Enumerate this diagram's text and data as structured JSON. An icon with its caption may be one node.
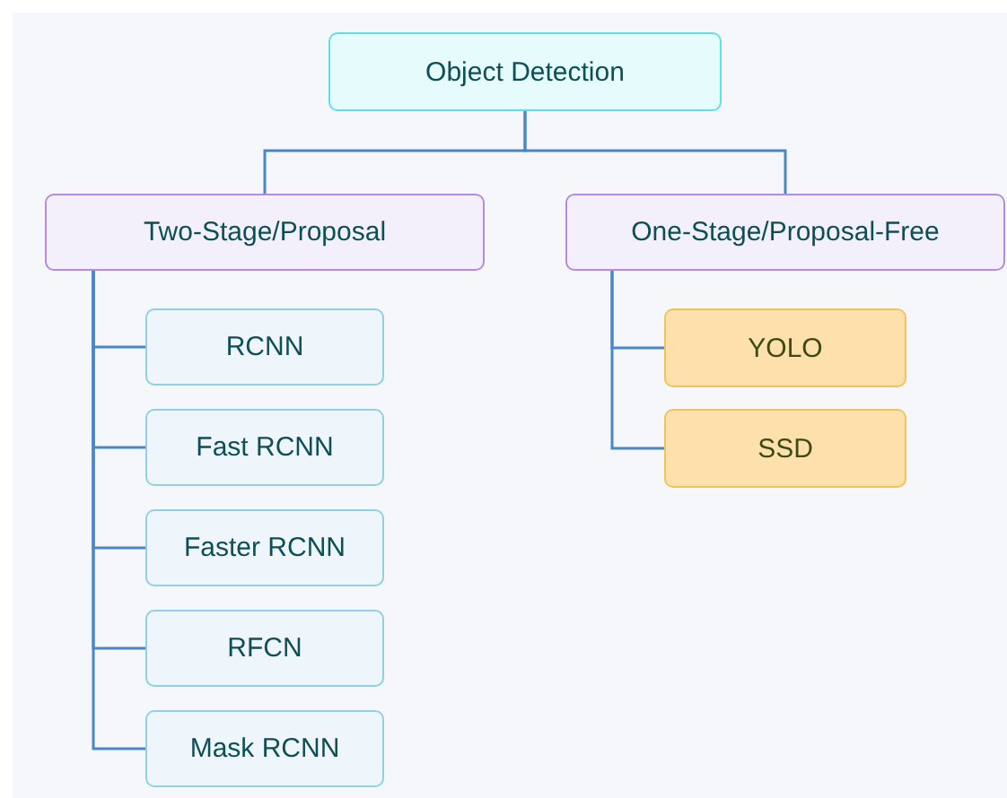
{
  "diagram": {
    "nodes": [
      {
        "text": [
          "Object Detection"
        ]
      },
      {
        "text": [
          "Two-Stage/Proposal"
        ]
      },
      {
        "text": [
          "One-Stage/Proposal-Free"
        ]
      },
      {
        "text": [
          "RCNN"
        ]
      },
      {
        "text": [
          "Fast RCNN"
        ]
      },
      {
        "text": [
          "Faster RCNN"
        ]
      },
      {
        "text": [
          "RFCN"
        ]
      },
      {
        "text": [
          "Mask RCNN"
        ]
      },
      {
        "text": [
          "YOLO"
        ]
      },
      {
        "text": [
          "SSD"
        ]
      }
    ],
    "edges": [
      {
        "from": 0,
        "to": 1,
        "arrow": "none"
      },
      {
        "from": 0,
        "to": 2,
        "arrow": "none"
      },
      {
        "from": 1,
        "to": 3,
        "arrow": "none"
      },
      {
        "from": 1,
        "to": 4,
        "arrow": "none"
      },
      {
        "from": 1,
        "to": 5,
        "arrow": "none"
      },
      {
        "from": 1,
        "to": 6,
        "arrow": "none"
      },
      {
        "from": 1,
        "to": 7,
        "arrow": "none"
      },
      {
        "from": 2,
        "to": 8,
        "arrow": "none"
      },
      {
        "from": 2,
        "to": 9,
        "arrow": "none"
      }
    ]
  }
}
